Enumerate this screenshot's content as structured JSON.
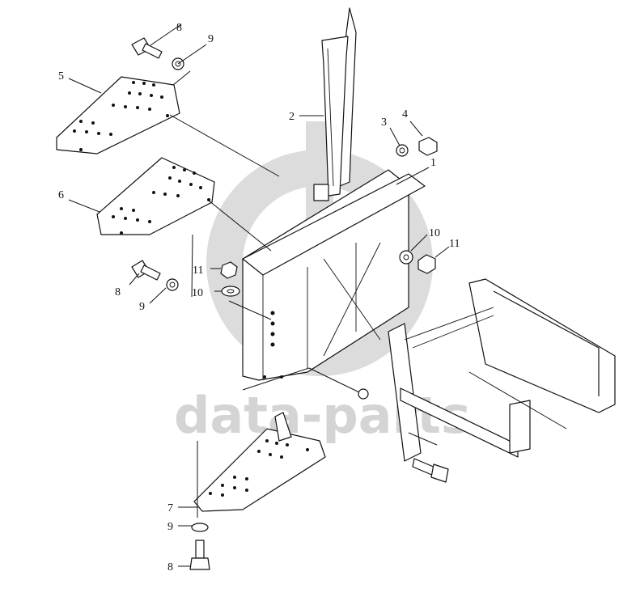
{
  "watermark": {
    "text": "data-parts"
  },
  "callouts": {
    "c1": "1",
    "c2": "2",
    "c3": "3",
    "c4": "4",
    "c5": "5",
    "c6": "6",
    "c7": "7",
    "c8a": "8",
    "c8b": "8",
    "c8c": "8",
    "c9a": "9",
    "c9b": "9",
    "c9c": "9",
    "c10a": "10",
    "c10b": "10",
    "c11a": "11",
    "c11b": "11"
  },
  "colors": {
    "line": "#111111",
    "watermark": "#d4d4d4",
    "background": "#ffffff"
  }
}
